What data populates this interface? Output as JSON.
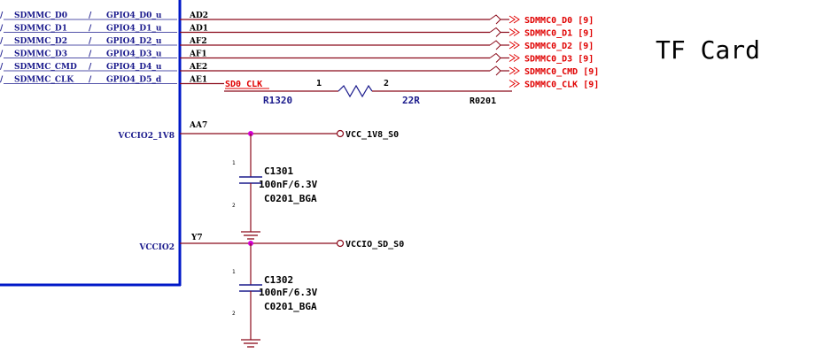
{
  "title": "TF Card",
  "ic_pins": [
    {
      "func": "SDMMC_D0",
      "gpio": "GPIO4_D0_u",
      "ball": "AD2",
      "net": "SDMMC0_D0 [9]"
    },
    {
      "func": "SDMMC_D1",
      "gpio": "GPIO4_D1_u",
      "ball": "AD1",
      "net": "SDMMC0_D1 [9]"
    },
    {
      "func": "SDMMC_D2",
      "gpio": "GPIO4_D2_u",
      "ball": "AF2",
      "net": "SDMMC0_D2 [9]"
    },
    {
      "func": "SDMMC_D3",
      "gpio": "GPIO4_D3_u",
      "ball": "AF1",
      "net": "SDMMC0_D3 [9]"
    },
    {
      "func": "SDMMC_CMD",
      "gpio": "GPIO4_D4_u",
      "ball": "AE2",
      "net": "SDMMC0_CMD [9]"
    },
    {
      "func": "SDMMC_CLK",
      "gpio": "GPIO4_D5_d",
      "ball": "AE1",
      "net": "SDMMC0_CLK [9]"
    }
  ],
  "slash": "/",
  "clk_net": "SD0_CLK",
  "resistor": {
    "ref": "R1320",
    "value": "22R",
    "footprint": "R0201",
    "pin1": "1",
    "pin2": "2"
  },
  "power": [
    {
      "pin_name": "VCCIO2_1V8",
      "ball": "AA7",
      "net": "VCC_1V8_S0",
      "cap": {
        "ref": "C1301",
        "value": "100nF/6.3V",
        "footprint": "C0201_BGA",
        "pin1": "1",
        "pin2": "2"
      }
    },
    {
      "pin_name": "VCCIO2",
      "ball": "Y7",
      "net": "VCCIO_SD_S0",
      "cap": {
        "ref": "C1302",
        "value": "100nF/6.3V",
        "footprint": "C0201_BGA",
        "pin1": "1",
        "pin2": "2"
      }
    }
  ],
  "colors": {
    "wire": "#8b0a1a",
    "ic_border": "#0018c8",
    "pin_text": "#1a1a8c",
    "net_label": "#e00000",
    "junction": "#d400d4"
  }
}
